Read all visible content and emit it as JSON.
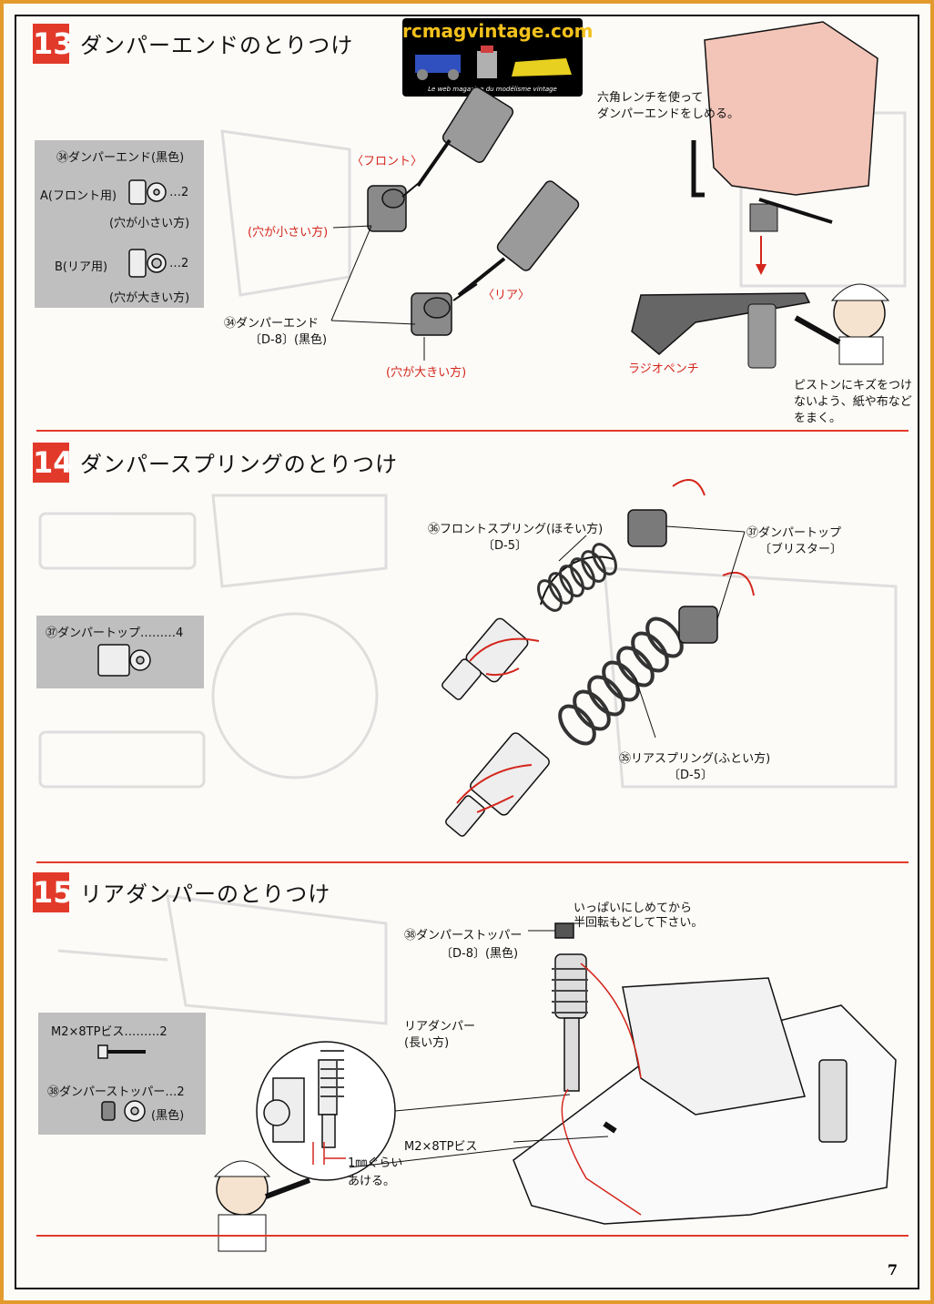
{
  "logo": {
    "site": "rcmagvintage.com",
    "tagline": "Le web magazine du modélisme vintage"
  },
  "step13": {
    "number": "13",
    "title": "ダンパーエンドのとりつけ",
    "parts": {
      "header": "㉞ダンパーエンド(黒色)",
      "a_label": "A(フロント用)",
      "a_qty": "…2",
      "a_note": "(穴が小さい方)",
      "b_label": "B(リア用)",
      "b_qty": "…2",
      "b_note": "(穴が大きい方)"
    },
    "front": "〈フロント〉",
    "rear": "〈リア〉",
    "small_hole": "(穴が小さい方)",
    "large_hole": "(穴が大きい方)",
    "part_name": "㉞ダンパーエンド",
    "part_ref": "〔D-8〕(黒色)",
    "wrench_note_1": "六角レンチを使って",
    "wrench_note_2": "ダンパーエンドをしめる。",
    "pliers": "ラジオペンチ",
    "tip_1": "ピストンにキズをつけ",
    "tip_2": "ないよう、紙や布など",
    "tip_3": "をまく。"
  },
  "step14": {
    "number": "14",
    "title": "ダンパースプリングのとりつけ",
    "parts": {
      "header": "㊲ダンパートップ………4"
    },
    "front_spring": "㊱フロントスプリング(ほそい方)",
    "front_spring_ref": "〔D-5〕",
    "top": "㊲ダンパートップ",
    "top_ref": "〔ブリスター〕",
    "rear_spring": "㉟リアスプリング(ふとい方)",
    "rear_spring_ref": "〔D-5〕"
  },
  "step15": {
    "number": "15",
    "title": "リアダンパーのとりつけ",
    "parts": {
      "screw": "M2×8TPビス………2",
      "stopper": "㊳ダンパーストッパー…2",
      "stopper_color": "(黒色)"
    },
    "stopper_label": "㊳ダンパーストッパー",
    "stopper_ref": "〔D-8〕(黒色)",
    "stopper_note_1": "いっぱいにしめてから",
    "stopper_note_2": "半回転もどして下さい。",
    "rear_damper": "リアダンパー",
    "rear_damper_note": "(長い方)",
    "screw_label": "M2×8TPビス",
    "gap_1": "1㎜ぐらい",
    "gap_2": "あける。"
  },
  "page_number": "7",
  "colors": {
    "accent_red": "#e23a2a",
    "border_orange": "#e39a2c",
    "panel_gray": "#bfbfbf"
  }
}
